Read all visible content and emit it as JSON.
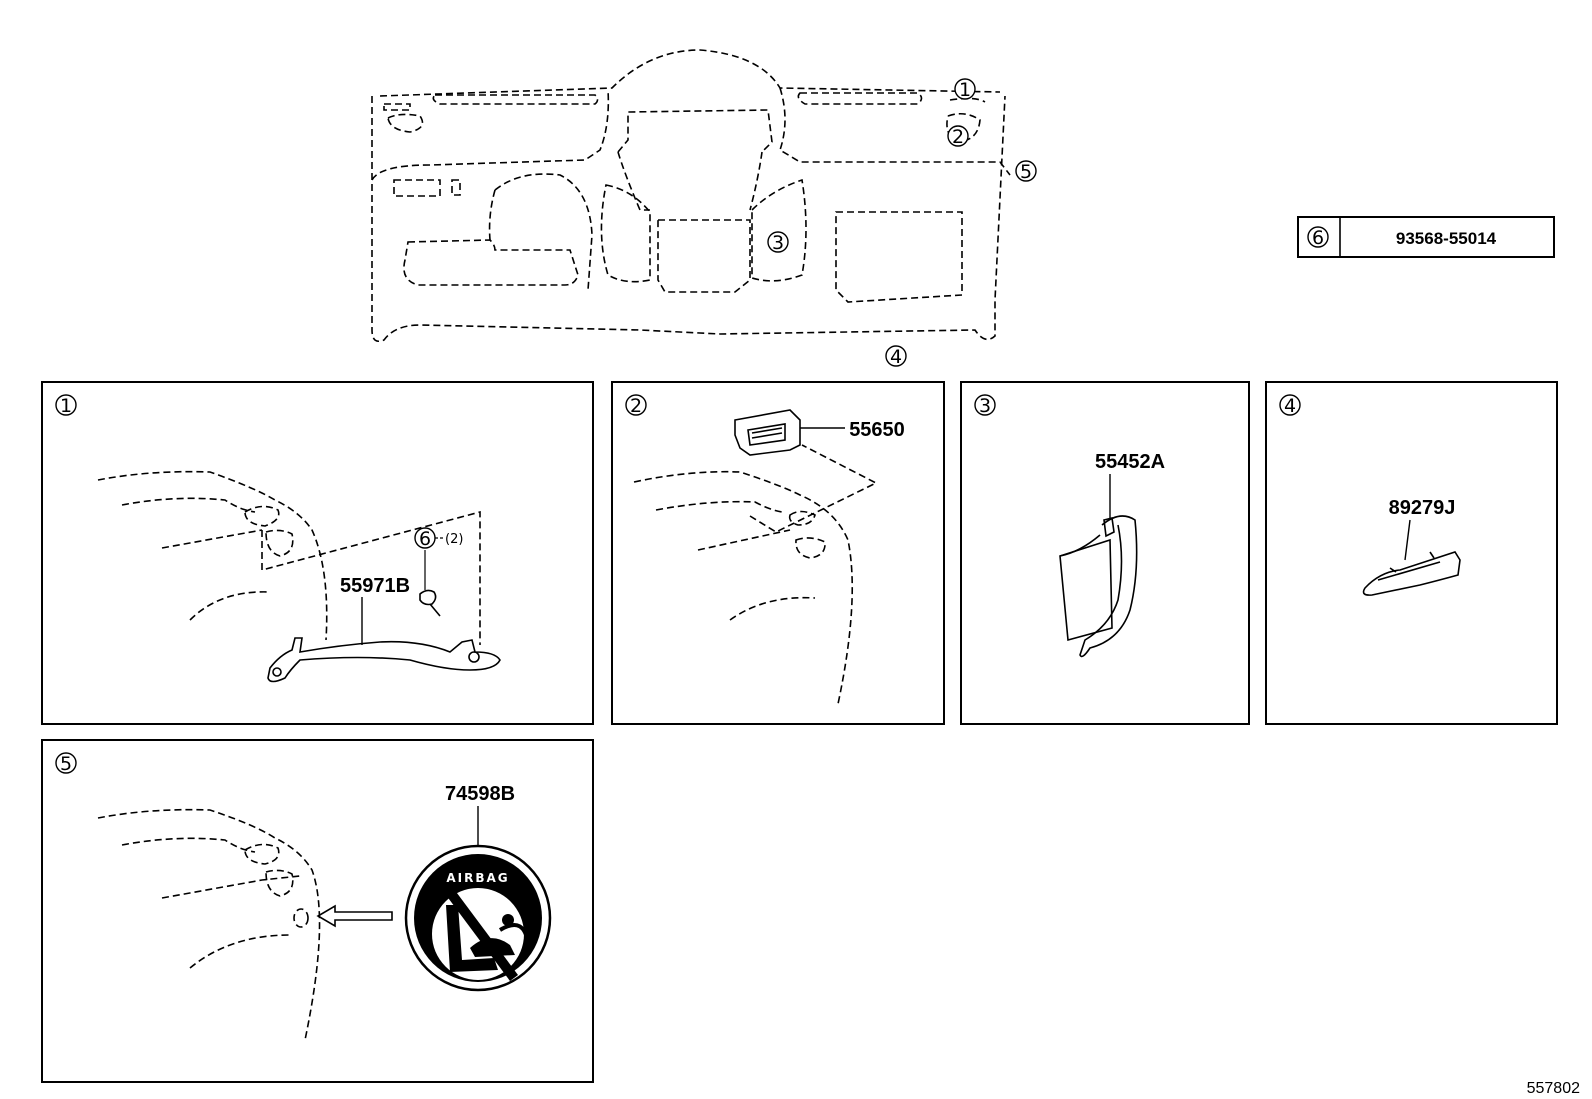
{
  "diagram_id": "557802",
  "callouts": {
    "c1": "1",
    "c2": "2",
    "c3": "3",
    "c4": "4",
    "c5": "5",
    "c6": "6"
  },
  "legend": {
    "number": "6",
    "part": "93568-55014"
  },
  "panels": [
    {
      "number": "1",
      "parts": [
        "55971B"
      ],
      "callout": "6",
      "qty": "(2)"
    },
    {
      "number": "2",
      "parts": [
        "55650"
      ]
    },
    {
      "number": "3",
      "parts": [
        "55452A"
      ]
    },
    {
      "number": "4",
      "parts": [
        "89279J"
      ]
    },
    {
      "number": "5",
      "parts": [
        "74598B"
      ],
      "badge_text": "AIRBAG"
    }
  ]
}
